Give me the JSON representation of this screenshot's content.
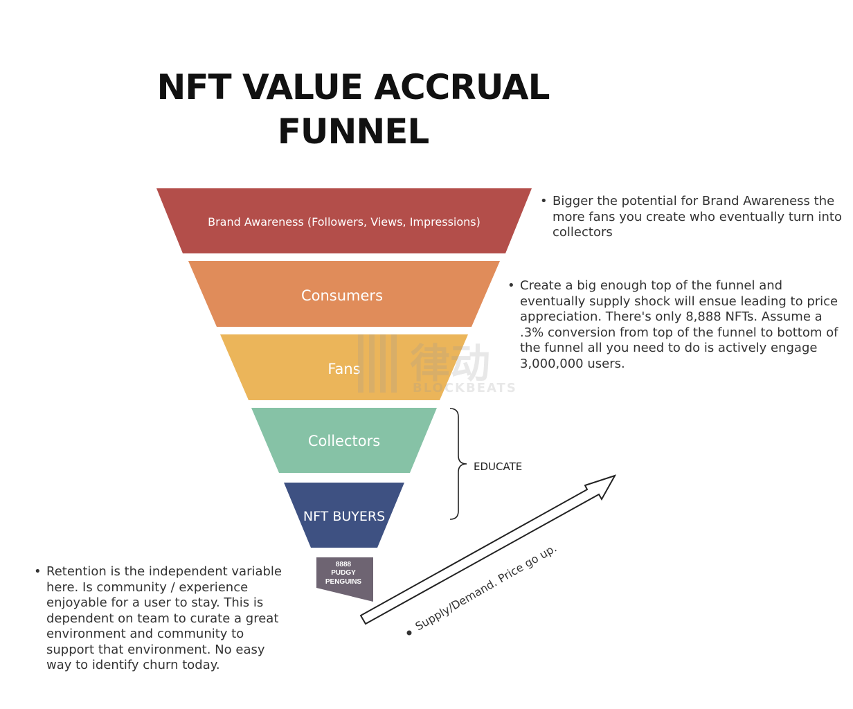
{
  "title": {
    "line1": "NFT VALUE ACCRUAL",
    "line2": "FUNNEL"
  },
  "funnel": {
    "layers": [
      {
        "label": "Brand Awareness (Followers, Views, Impressions)",
        "color": "#b34e4a"
      },
      {
        "label": "Consumers",
        "color": "#e08c5a"
      },
      {
        "label": "Fans",
        "color": "#ebb55a"
      },
      {
        "label": "Collectors",
        "color": "#86c2a6"
      },
      {
        "label": "NFT BUYERS",
        "color": "#3e5182"
      }
    ],
    "base": {
      "lines": [
        "8888",
        "PUDGY",
        "PENGUINS"
      ],
      "color": "#6e6472"
    }
  },
  "bracket_label": "EDUCATE",
  "arrow_label": "Supply/Demand. Price go up.",
  "notes": {
    "brand": "Bigger the potential for Brand Awareness the more fans you create who eventually turn into collectors",
    "supply": "Create a big enough top of the funnel and eventually supply shock will ensue leading to price appreciation. There's only 8,888 NFTs. Assume a .3% conversion from top of the funnel to bottom of the funnel all you need to do is actively engage 3,000,000 users.",
    "retention": "Retention is the independent variable here. Is community / experience enjoyable for a user to stay. This is dependent on team to curate a great environment and community to support that environment. No easy way to identify churn today."
  },
  "watermark": {
    "text": "律动",
    "subtext": "BLOCKBEATS"
  }
}
